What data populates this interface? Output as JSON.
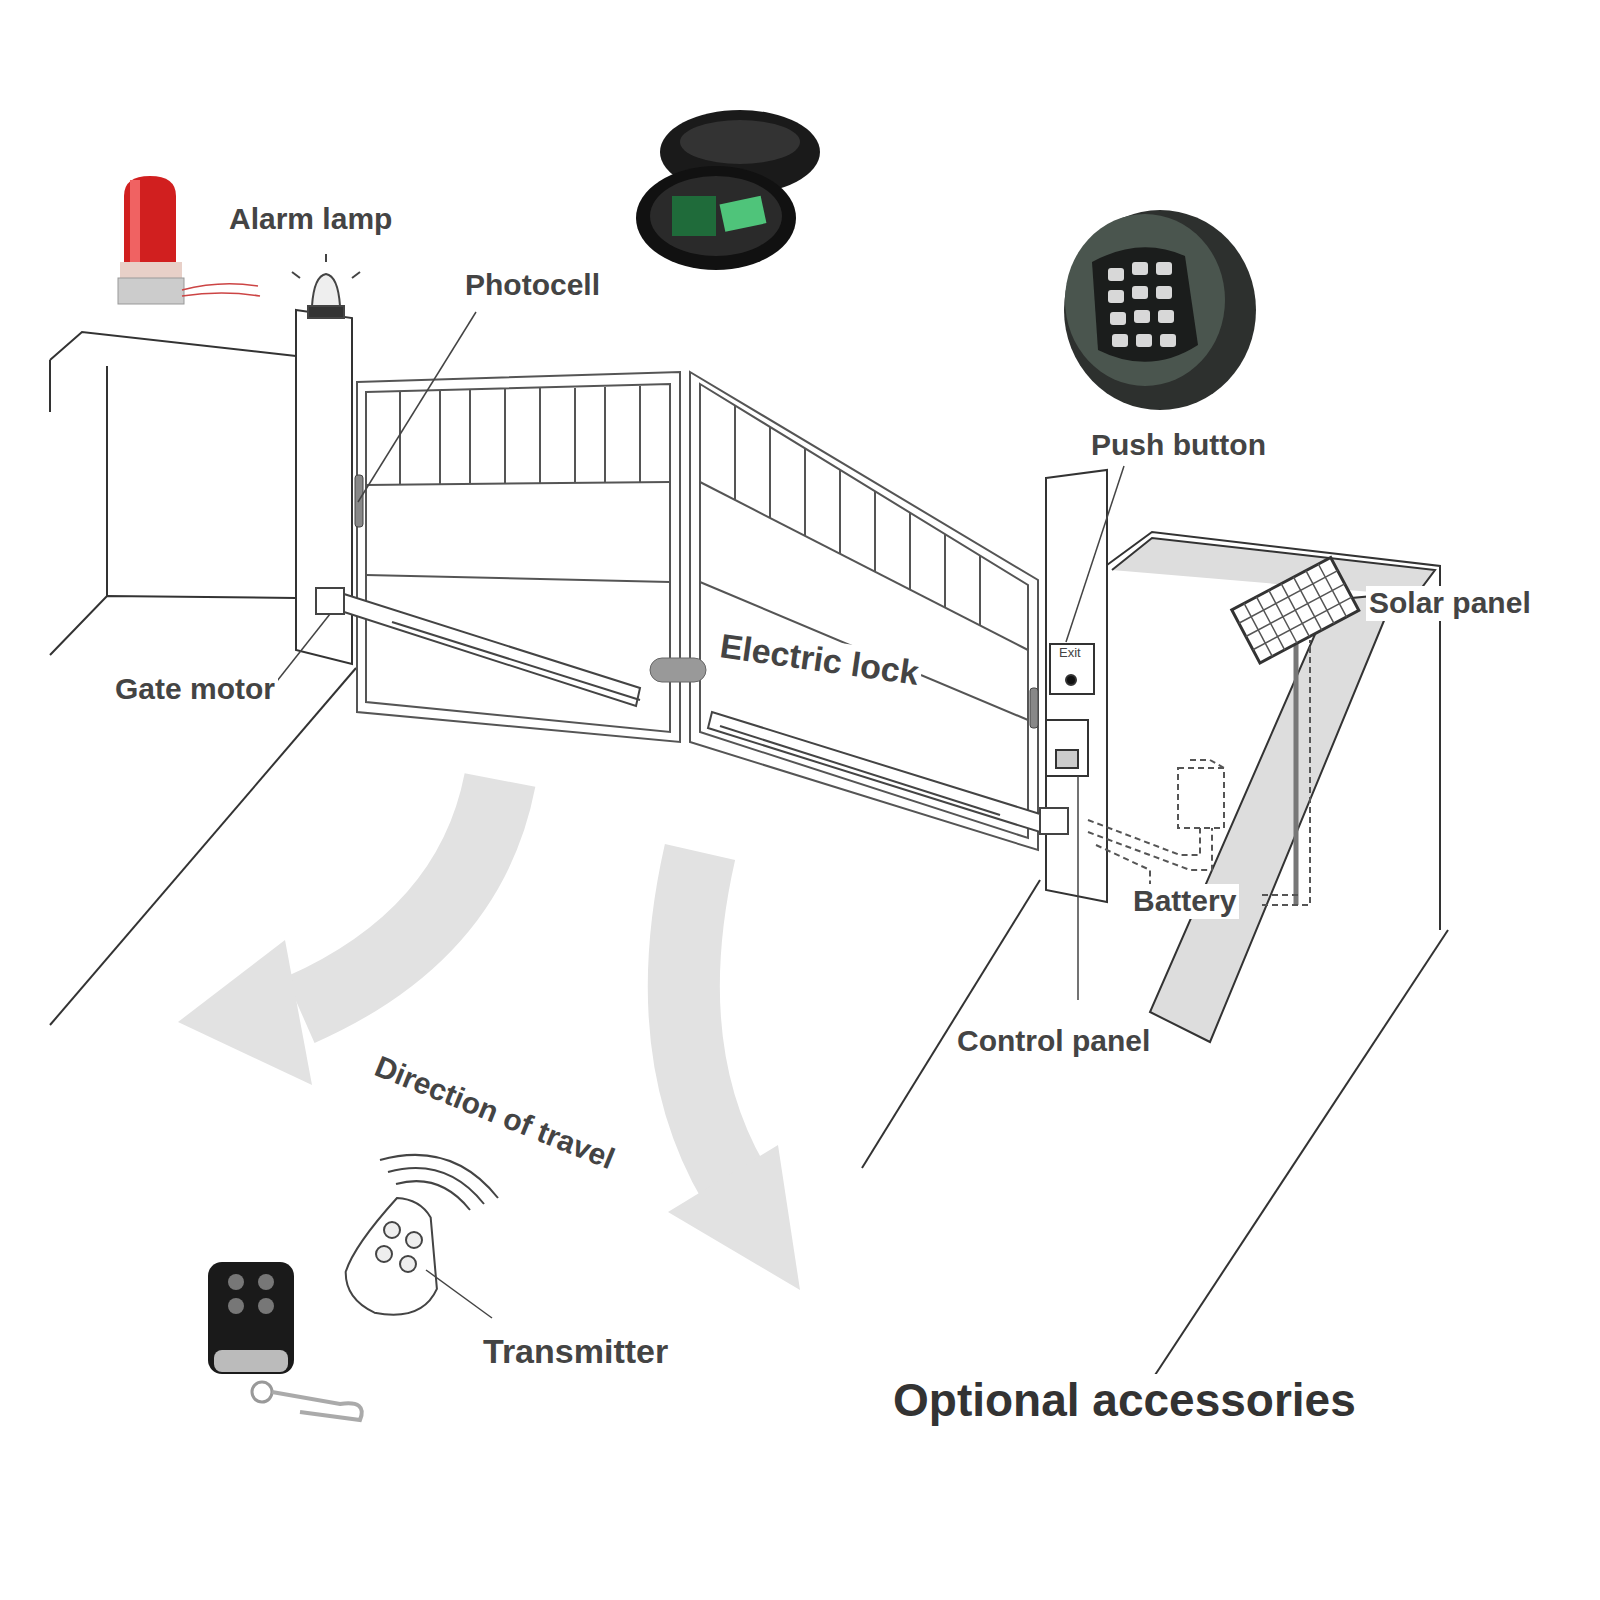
{
  "diagram": {
    "caption": "Optional accessories",
    "labels": [
      "Alarm lamp",
      "Photocell",
      "Push button",
      "Solar panel",
      "Gate motor",
      "Electric lock",
      "Exit",
      "Battery",
      "Control panel",
      "Direction of travel",
      "Transmitter"
    ]
  }
}
